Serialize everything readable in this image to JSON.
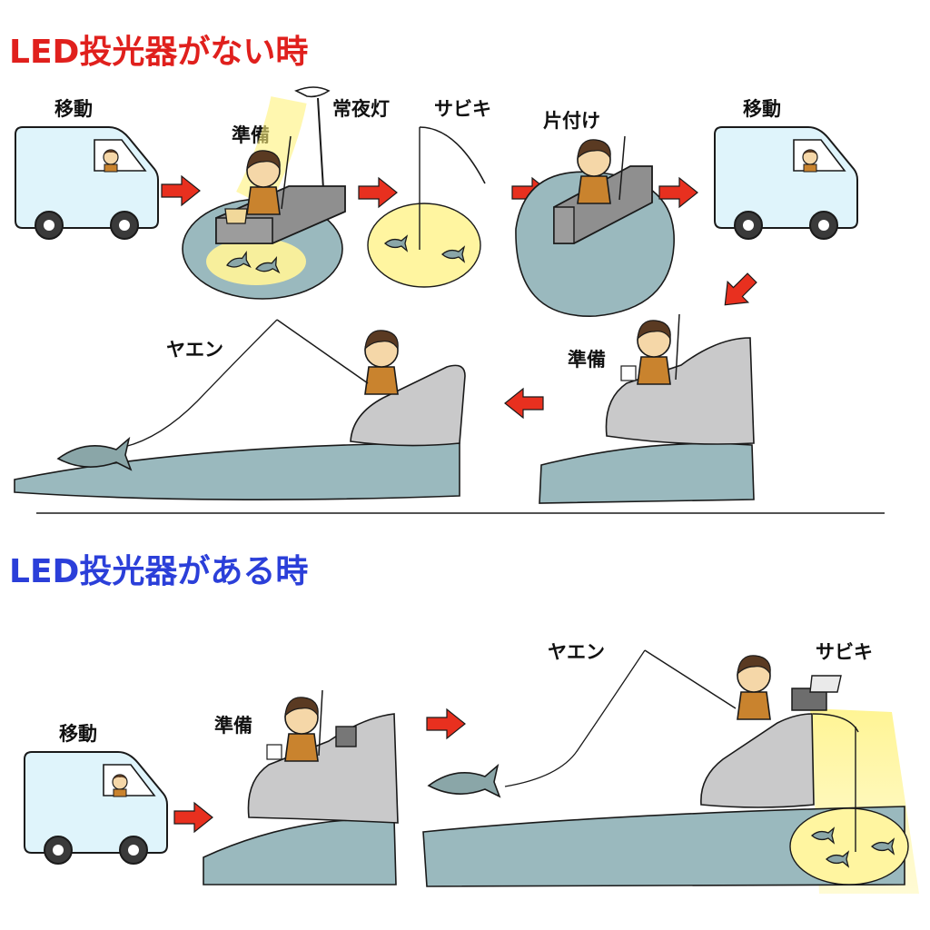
{
  "colors": {
    "red_heading": "#e0201d",
    "blue_heading": "#2b3fd9",
    "arrow_red": "#e8301f",
    "water": "#9ab9be",
    "rock": "#c9c9ca",
    "van": "#dff4fb",
    "light": "#fff5a0",
    "skin": "#f5d7a8",
    "shirt": "#c9832e",
    "hair": "#5a3a22",
    "fish": "#8aa6a8"
  },
  "top": {
    "heading": "LED投光器がない時",
    "labels": {
      "move1": "移動",
      "prep1": "準備",
      "streetlight": "常夜灯",
      "sabiki1": "サビキ",
      "cleanup": "片付け",
      "move2": "移動",
      "prep2": "準備",
      "yaen1": "ヤエン"
    }
  },
  "bottom": {
    "heading": "LED投光器がある時",
    "labels": {
      "move": "移動",
      "prep": "準備",
      "yaen": "ヤエン",
      "sabiki": "サビキ"
    }
  }
}
